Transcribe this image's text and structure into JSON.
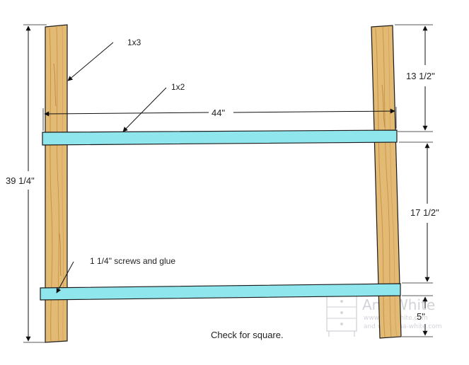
{
  "labels": {
    "leg_board": "1x3",
    "rail_board": "1x2",
    "rail_width": "44\"",
    "total_height": "39 1/4\"",
    "top_gap": "13 1/2\"",
    "middle_gap": "17 1/2\"",
    "bottom_gap": "5\"",
    "fastener_note": "1 1/4\" screws and glue",
    "square_note": "Check for square."
  },
  "watermark": {
    "brand": "Ana-White",
    "url_line1": "www.ana-white.com",
    "url_line2": "and www.ana-white.com"
  },
  "colors": {
    "wood": "#e3ba74",
    "wood_grain": "#c79448",
    "rail": "#8fe6ec",
    "outline": "#1a1a1a"
  },
  "icons": {
    "watermark_logo": "nightstand-icon"
  }
}
